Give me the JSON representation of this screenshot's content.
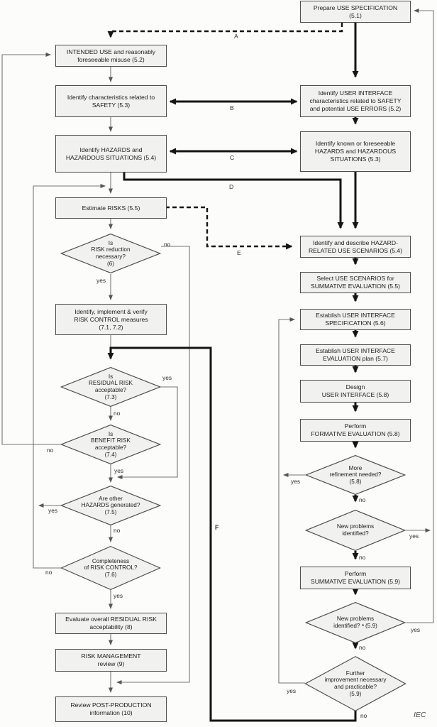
{
  "diagram": {
    "caption": "IEC",
    "branch_labels": {
      "yes": "yes",
      "no": "no"
    },
    "connector_labels": [
      {
        "id": "A",
        "text": "A"
      },
      {
        "id": "B",
        "text": "B"
      },
      {
        "id": "C",
        "text": "C"
      },
      {
        "id": "D",
        "text": "D"
      },
      {
        "id": "E",
        "text": "E"
      },
      {
        "id": "F",
        "text": "F"
      }
    ],
    "colors": {
      "page_bg": "#fcfcfa",
      "node_fill": "#f1f1ef",
      "node_border": "#4d4d4d",
      "thin_line": "#767676",
      "thick_line": "#151515",
      "label_text": "#2e2e2e"
    },
    "nodes": [
      {
        "id": "l1",
        "name": "node-intended-use",
        "type": "box",
        "label": "INTENDED USE and reasonably\nforeseeable misuse (5.2)"
      },
      {
        "id": "l2",
        "name": "node-characteristics-safety",
        "type": "box",
        "label": "Identify characteristics related to\nSAFETY (5.3)"
      },
      {
        "id": "l3",
        "name": "node-hazards-situations",
        "type": "box",
        "label": "Identify HAZARDS and\nHAZARDOUS SITUATIONS (5.4)"
      },
      {
        "id": "l4",
        "name": "node-estimate-risks",
        "type": "box",
        "label": "Estimate RISKS (5.5)"
      },
      {
        "id": "l5",
        "name": "node-risk-control-measures",
        "type": "box",
        "label": "Identify, implement & verify\nRISK CONTROL measures\n(7.1, 7.2)"
      },
      {
        "id": "l6",
        "name": "node-overall-residual-risk",
        "type": "box",
        "label": "Evaluate overall RESIDUAL RISK\nacceptability (8)"
      },
      {
        "id": "l7",
        "name": "node-risk-management-review",
        "type": "box",
        "label": "RISK MANAGEMENT\nreview (9)"
      },
      {
        "id": "l8",
        "name": "node-post-production",
        "type": "box",
        "label": "Review POST-PRODUCTION\ninformation (10)"
      },
      {
        "id": "dl1",
        "name": "decision-risk-reduction",
        "type": "diamond",
        "label": "Is\nRISK reduction\nnecessary?\n(6)"
      },
      {
        "id": "dl2",
        "name": "decision-residual-risk",
        "type": "diamond",
        "label": "Is\nRESIDUAL RISK\nacceptable?\n(7.3)"
      },
      {
        "id": "dl3",
        "name": "decision-benefit-risk",
        "type": "diamond",
        "label": "Is\nBENEFIT RISK\nacceptable?\n(7.4)"
      },
      {
        "id": "dl4",
        "name": "decision-other-hazards",
        "type": "diamond",
        "label": "Are other\nHAZARDS generated?\n(7.5)"
      },
      {
        "id": "dl5",
        "name": "decision-risk-control-completeness",
        "type": "diamond",
        "label": "Completeness\nof RISK CONTROL?\n(7.6)"
      },
      {
        "id": "r1",
        "name": "node-use-specification",
        "type": "box",
        "label": "Prepare USE SPECIFICATION\n(5.1)"
      },
      {
        "id": "r2",
        "name": "node-ui-characteristics",
        "type": "box",
        "label": "Identify USER INTERFACE\ncharacteristics related to SAFETY\nand potential USE ERRORS (5.2)"
      },
      {
        "id": "r3",
        "name": "node-known-hazards",
        "type": "box",
        "label": "Identify known or foreseeable\nHAZARDS and HAZARDOUS\nSITUATIONS  (5.3)"
      },
      {
        "id": "r4",
        "name": "node-hazard-use-scenarios",
        "type": "box",
        "label": "Identify and describe HAZARD-\nRELATED USE SCENARIOS  (5.4)"
      },
      {
        "id": "r5",
        "name": "node-select-use-scenarios",
        "type": "box",
        "label": "Select USE SCENARIOS for\nSUMMATIVE EVALUATION (5.5)"
      },
      {
        "id": "r6",
        "name": "node-ui-specification",
        "type": "box",
        "label": "Establish USER INTERFACE\nSPECIFICATION  (5.6)"
      },
      {
        "id": "r7",
        "name": "node-ui-evaluation-plan",
        "type": "box",
        "label": "Establish USER INTERFACE\nEVALUATION plan  (5.7)"
      },
      {
        "id": "r8",
        "name": "node-design-ui",
        "type": "box",
        "label": "Design\nUSER INTERFACE (5.8)"
      },
      {
        "id": "r9",
        "name": "node-formative-evaluation",
        "type": "box",
        "label": "Perform\nFORMATIVE EVALUATION  (5.8)"
      },
      {
        "id": "r10",
        "name": "node-summative-evaluation",
        "type": "box",
        "label": "Perform\nSUMMATIVE EVALUATION (5.9)"
      },
      {
        "id": "dr1",
        "name": "decision-more-refinement",
        "type": "diamond",
        "label": "More\nrefinement needed?\n(5.8)"
      },
      {
        "id": "dr2",
        "name": "decision-new-problems-1",
        "type": "diamond",
        "label": "New problems\nidentified?"
      },
      {
        "id": "dr3",
        "name": "decision-new-problems-2",
        "type": "diamond",
        "label": "New problems\nidentified? ᵃ (5.9)"
      },
      {
        "id": "dr4",
        "name": "decision-further-improvement",
        "type": "diamond",
        "label": "Further\nimprovement necessary\nand practicable?\n(5.9)"
      }
    ]
  }
}
